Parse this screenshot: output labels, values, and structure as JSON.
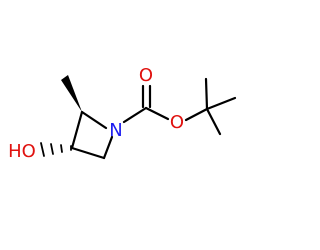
{
  "molecule": {
    "atoms": {
      "ring_nitrogen": "N",
      "carbonyl_oxygen": "O",
      "ester_oxygen": "O",
      "hydroxyl": "HO"
    },
    "colors": {
      "nitrogen": "#1c1cf0",
      "oxygen": "#e0120f",
      "bond": "#000000",
      "background": "#ffffff"
    }
  }
}
